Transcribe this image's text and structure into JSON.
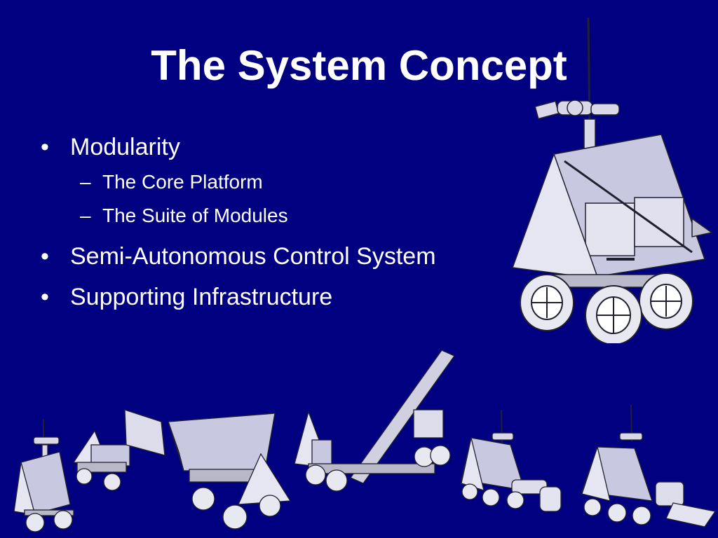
{
  "slide": {
    "title": "The System Concept",
    "bullets": [
      {
        "text": "Modularity",
        "children": [
          "The Core Platform",
          "The Suite of Modules"
        ]
      },
      {
        "text": "Semi-Autonomous Control System"
      },
      {
        "text": "Supporting Infrastructure"
      }
    ],
    "bullet_glyph": "•",
    "dash_glyph": "–",
    "colors": {
      "background": "#000080",
      "text": "#ffffff",
      "rover_body": "#d8d8e8",
      "rover_outline": "#202030"
    }
  }
}
